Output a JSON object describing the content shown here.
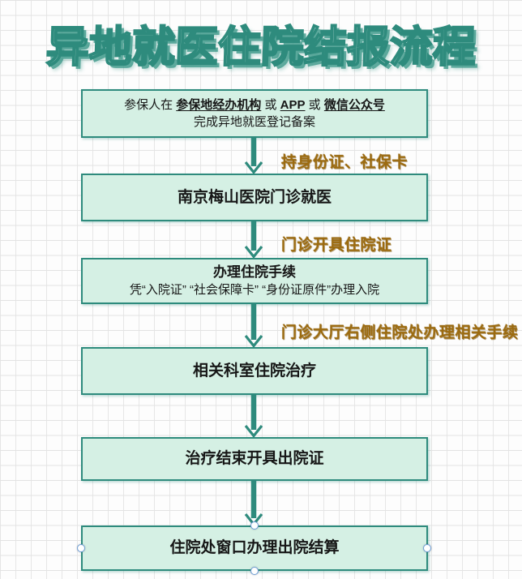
{
  "title": "异地就医住院结报流程",
  "colors": {
    "accent_teal": "#2E8B7D",
    "box_fill": "#D5F0E4",
    "gold_label": "#9C6B10",
    "handle_ring": "#6F9FD8",
    "grid_line": "#E3E3E3"
  },
  "flow": {
    "box1": {
      "seg1": "参保人在 ",
      "seg2": "参保地经办机构",
      "seg3": " 或 ",
      "seg4": "APP",
      "seg5": " 或 ",
      "seg6": "微信公众号",
      "line2": "完成异地就医登记备案"
    },
    "box2": {
      "title": "南京梅山医院门诊就医"
    },
    "box3": {
      "title": "办理住院手续",
      "subtitle": "凭“入院证” “社会保障卡” “身份证原件”办理入院"
    },
    "box4": {
      "title": "相关科室住院治疗"
    },
    "box5": {
      "title": "治疗结束开具出院证"
    },
    "box6": {
      "title": "住院处窗口办理出院结算"
    },
    "arrow_labels": [
      "持身份证、社保卡",
      "门诊开具住院证",
      "门诊大厅右侧住院处办理相关手续"
    ]
  }
}
